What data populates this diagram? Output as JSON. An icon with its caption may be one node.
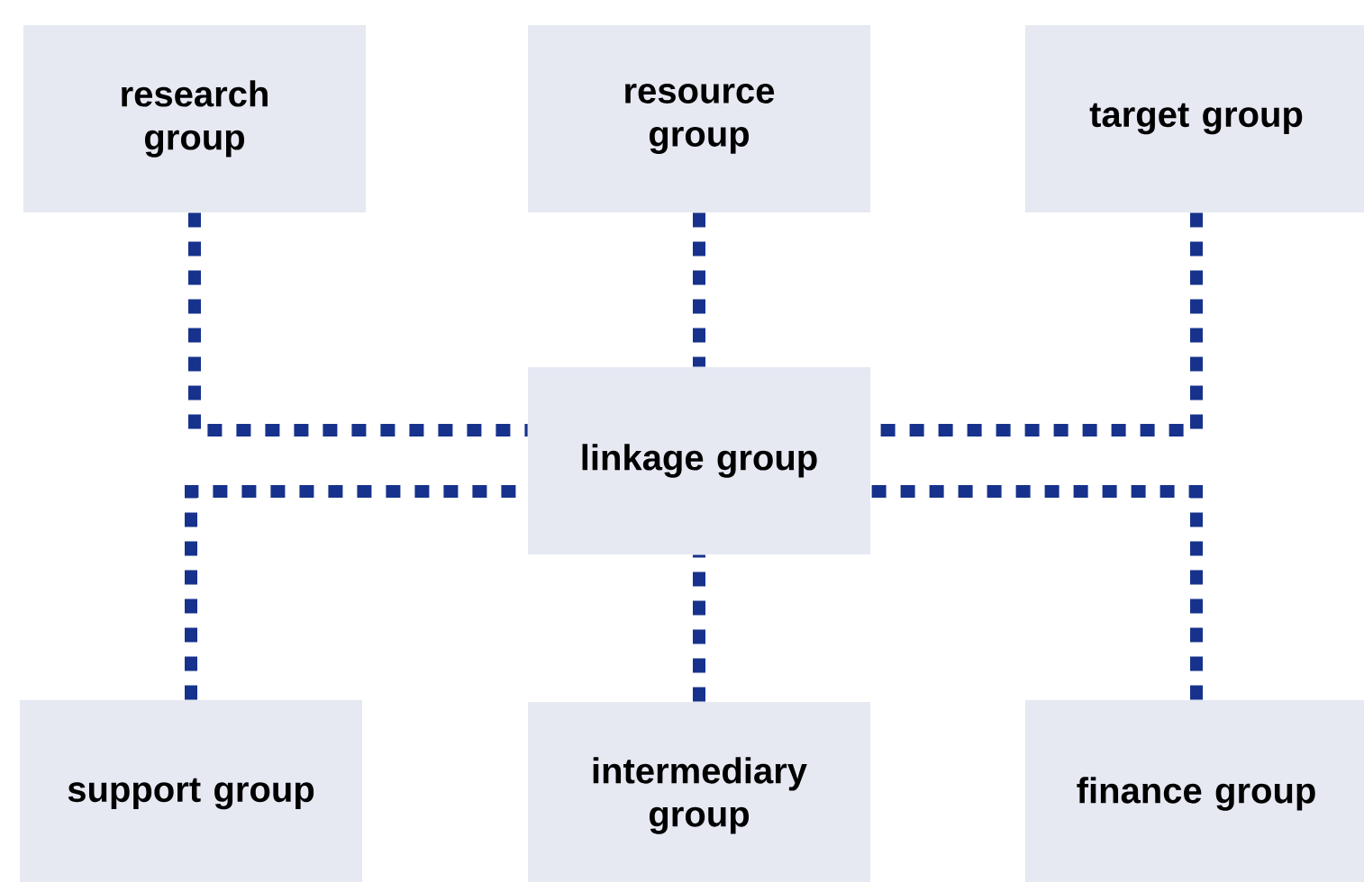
{
  "diagram": {
    "nodes": [
      {
        "text": [
          "research group"
        ]
      },
      {
        "text": [
          "resource group"
        ]
      },
      {
        "text": [
          "target group"
        ]
      },
      {
        "text": [
          "linkage group"
        ]
      },
      {
        "text": [
          "support group"
        ]
      },
      {
        "text": [
          "intermediary group"
        ]
      },
      {
        "text": [
          "finance group"
        ]
      }
    ],
    "edges": [
      {
        "from": 0,
        "to": 3,
        "arrow": "none"
      },
      {
        "from": 1,
        "to": 3,
        "arrow": "none"
      },
      {
        "from": 2,
        "to": 3,
        "arrow": "none"
      },
      {
        "from": 4,
        "to": 3,
        "arrow": "none"
      },
      {
        "from": 5,
        "to": 3,
        "arrow": "none"
      },
      {
        "from": 6,
        "to": 3,
        "arrow": "none"
      }
    ]
  }
}
